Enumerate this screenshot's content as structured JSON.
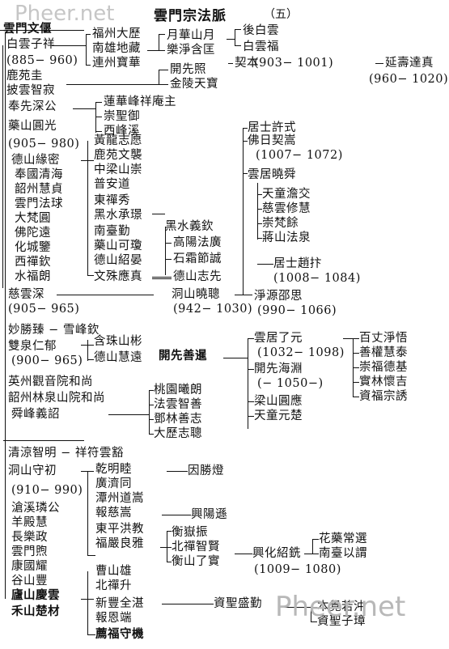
{
  "title": "雲門宗法脈",
  "volume": "（五）",
  "watermark": "Pheer.net",
  "nodes": [
    "雲門文偃",
    "白雲子祥",
    "(885− 960)",
    "鹿苑圭",
    "披雲智寂",
    "奉先深公",
    "藥山圓光",
    "(905− 980)",
    "德山緣密",
    "奉國清海",
    "韶州慧貞",
    "雲門法球",
    "大梵圓",
    "佛陀遠",
    "化城鑒",
    "西禪欽",
    "水福朗",
    "慈雲深",
    "(905− 965)",
    "妙勝臻 − 雪峰欽",
    "雙泉仁郁",
    "(900− 965)",
    "英州觀音院和尚",
    "韶州林泉山院和尚",
    "舜峰義詔",
    "清涼智明 − 祥符雲豁",
    "洞山守初",
    "(910− 990)",
    "滄溪璘公",
    "羊殿慧",
    "長樂政",
    "雲門煦",
    "康國耀",
    "谷山豐",
    "廬山慶雲",
    "禾山楚材",
    "福州大歷",
    "南雄地藏",
    "連州寶華",
    "蓮華峰祥庵主",
    "崇聖御",
    "西峰溪",
    "黃龍志愿",
    "鹿苑文襲",
    "中梁山崇",
    "普安道",
    "東禪秀",
    "黑水承璟",
    "南臺勤",
    "藥山可瓊",
    "德山紹晏",
    "文殊應真",
    "含珠山彬",
    "德山慧遠",
    "乾明睦",
    "廣濟同",
    "潭州道嵩",
    "報慈嵩",
    "東平洪教",
    "福嚴良雅",
    "曹山雄",
    "北禪升",
    "新豐全湛",
    "報恩端",
    "薦福守機",
    "月華山月",
    "樂淨含匡",
    "開先照",
    "金陵天寶",
    "黑水義欽",
    "高陽法廣",
    "石霜節誠",
    "德山志先",
    "洞山曉聰",
    "(942− 1030)",
    "開先善暹",
    "桃園曦朗",
    "法雲智善",
    "鄧林善志",
    "大歷志聰",
    "因勝燈",
    "興陽遜",
    "衡嶽振",
    "北禪智賢",
    "衡山了實",
    "後白雲",
    "白雲福",
    "契本",
    "(903− 1001)",
    "延壽達真",
    "(960− 1020)",
    "居士許式",
    "佛日契嵩",
    "(1007− 1072)",
    "雲居曉舜",
    "天童澹交",
    "慈雲修慧",
    "崇梵餘",
    "蔣山法泉",
    "居士趙抃",
    "(1008− 1084)",
    "淨源邵思",
    "(990− 1066)",
    "雲居了元",
    "(1032− 1098)",
    "開先海淵",
    "(− 1050−)",
    "梁山圓應",
    "天童元楚",
    "百丈淨悟",
    "善權慧泰",
    "崇福德基",
    "實林懷吉",
    "資福宗誘",
    "興化紹銑",
    "(1009− 1080)",
    "花藥常選",
    "南臺以謂",
    "資聖盛勤",
    "本覺若沖",
    "資聖子璋"
  ]
}
